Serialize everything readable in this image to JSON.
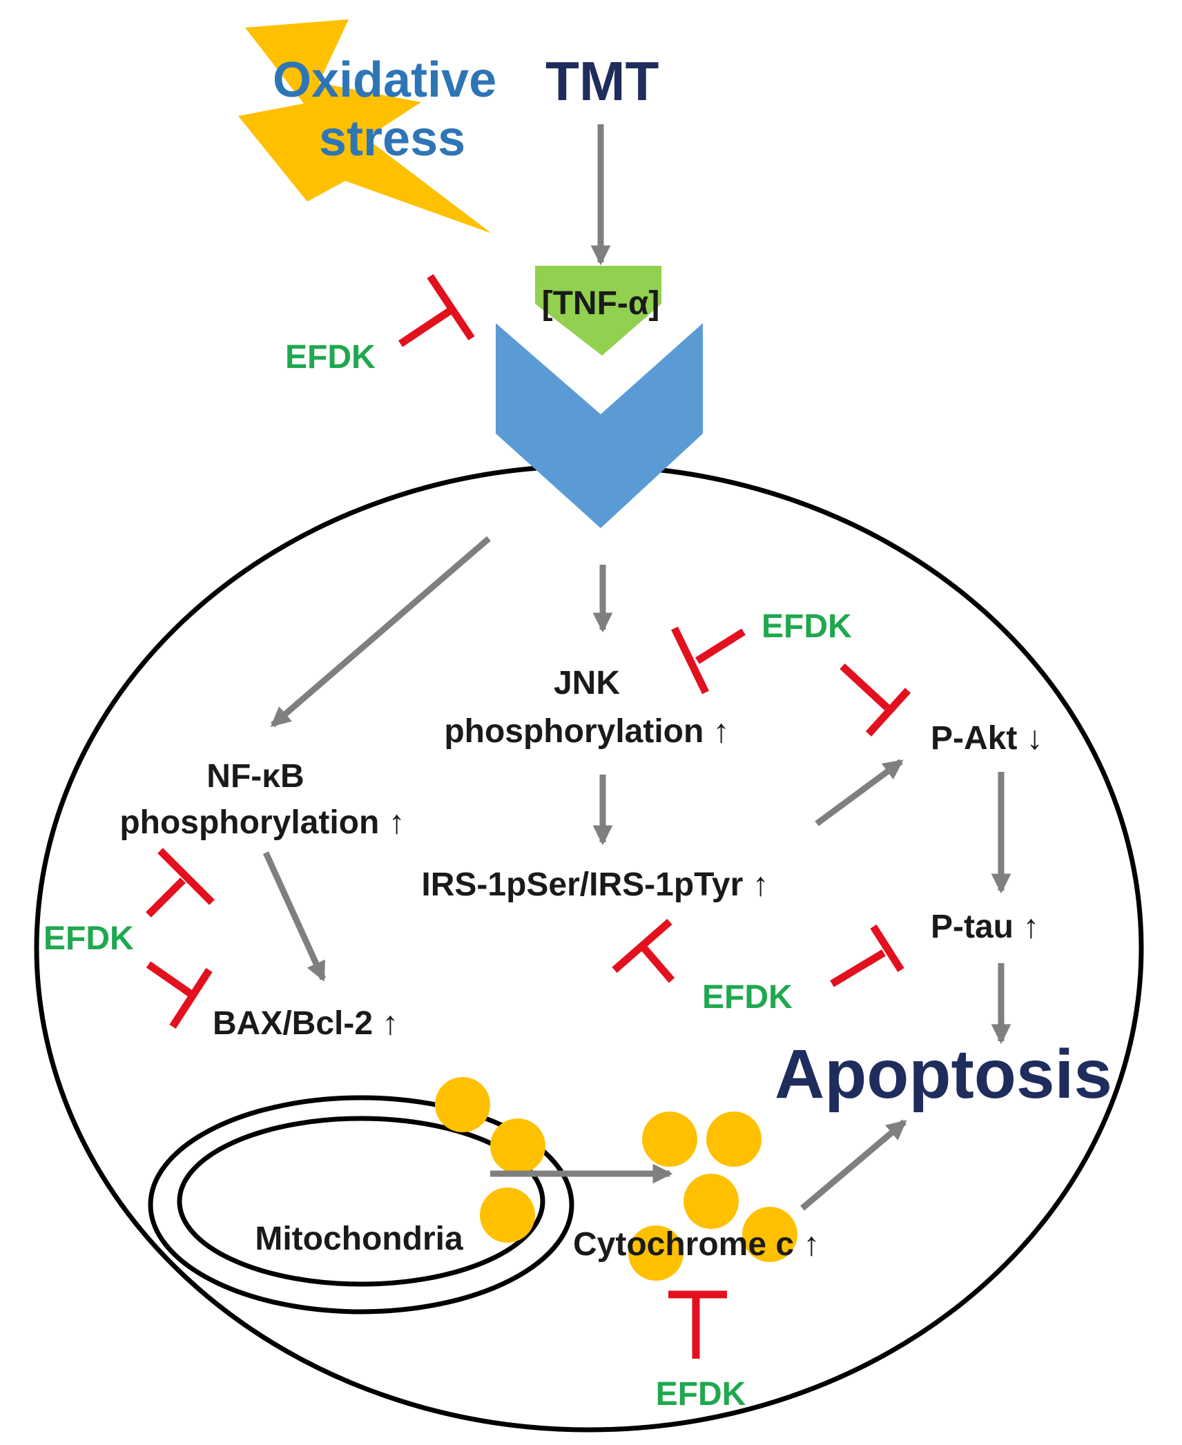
{
  "title": "",
  "colors": {
    "bolt": "#FFC000",
    "stress_text": "#2E75B6",
    "trigger_text": "#1F2D5C",
    "tnf_shape": "#92D050",
    "receptor": "#5B9BD5",
    "arrow": "#7F7F7F",
    "inhibition": "#E3101E",
    "drug_text": "#1FA84E",
    "cytochrome_dots": "#FFC000"
  },
  "icons": {
    "bolt": "lightning-bolt-icon",
    "receptor": "chevron-receptor-icon",
    "tnf": "down-arrow-ligand-icon"
  },
  "stimulus": {
    "line1": "Oxidative",
    "line2": "stress"
  },
  "trigger": "TMT",
  "ligand": "[TNF-α]",
  "drug": "EFDK",
  "nodes": {
    "nfkb_1": "NF-κB",
    "nfkb_2": "phosphorylation ↑",
    "jnk_1": "JNK",
    "jnk_2": "phosphorylation ↑",
    "irs": "IRS-1pSer/IRS-1pTyr ↑",
    "pakt": "P-Akt ↓",
    "ptau": "P-tau ↑",
    "bax": "BAX/Bcl-2 ↑",
    "mito": "Mitochondria",
    "cytc": "Cytochrome c ↑",
    "apoptosis": "Apoptosis"
  }
}
